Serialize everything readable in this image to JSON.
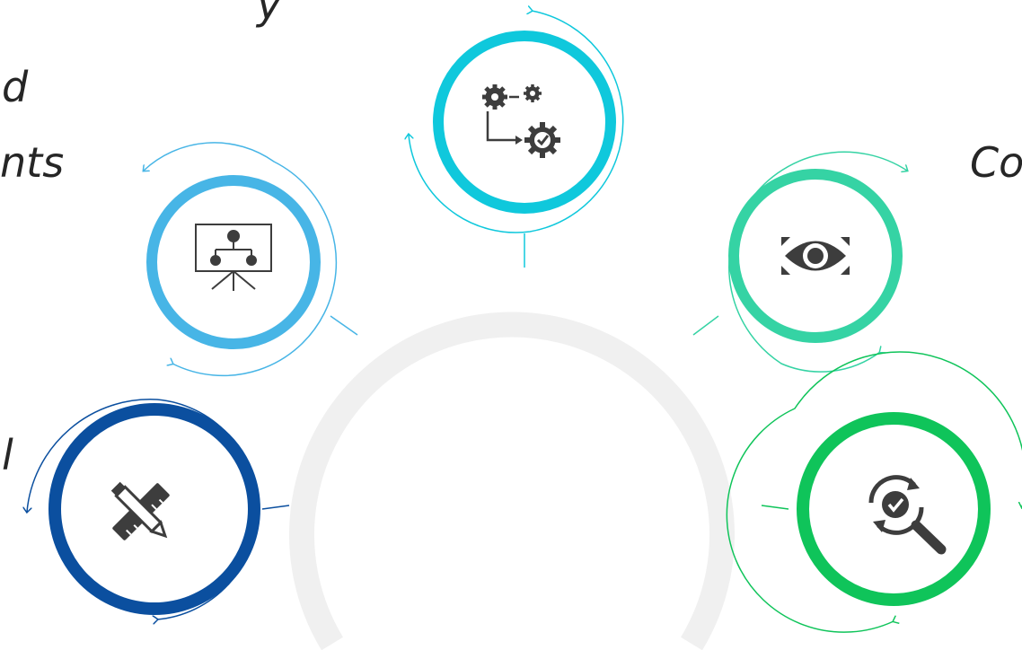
{
  "text_fragments": {
    "top_clip": "y",
    "left_upper_1": "d",
    "left_upper_2": "nts",
    "right_upper": "Co",
    "left_lower": "l"
  },
  "colors": {
    "hub_arc": "#f0f0f0",
    "dark_blue": "#0b4f9f",
    "light_blue": "#47b5e6",
    "cyan": "#0fc8dc",
    "teal": "#35d3a4",
    "green": "#0fc45a",
    "icon": "#3d3d3d"
  },
  "nodes": [
    {
      "id": "design",
      "icon": "ruler-pencil-icon",
      "color": "#0b4f9f"
    },
    {
      "id": "plan",
      "icon": "presentation-board-icon",
      "color": "#47b5e6"
    },
    {
      "id": "process",
      "icon": "gears-flow-icon",
      "color": "#0fc8dc"
    },
    {
      "id": "monitor",
      "icon": "eye-focus-icon",
      "color": "#35d3a4"
    },
    {
      "id": "review",
      "icon": "search-check-icon",
      "color": "#0fc45a"
    }
  ]
}
